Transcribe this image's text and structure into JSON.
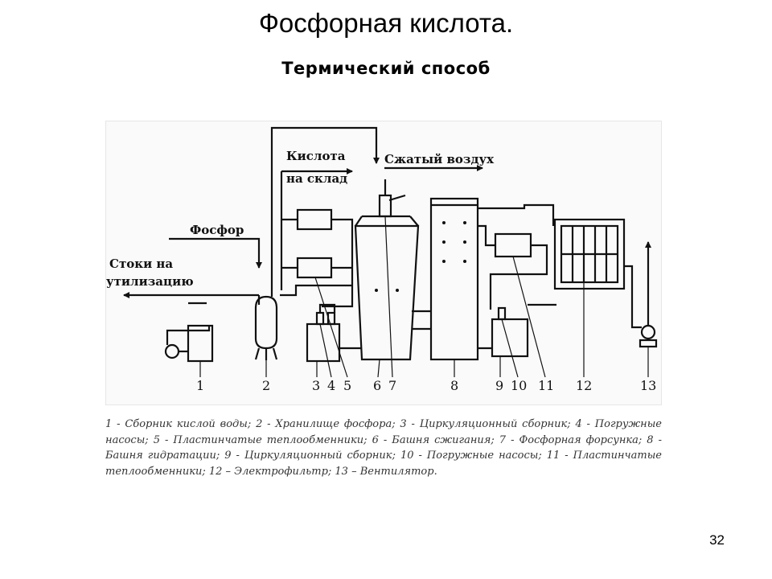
{
  "slide": {
    "title": "Фосфорная кислота.",
    "subtitle": "Термический способ",
    "page_number": "32"
  },
  "diagram": {
    "stream_labels": {
      "acid_line1": "Кислота",
      "acid_line2": "на склад",
      "compressed_air": "Сжатый воздух",
      "phosphorus": "Фосфор",
      "drain_line1": "Стоки на",
      "drain_line2": "утилизацию"
    },
    "numbers": [
      "1",
      "2",
      "3",
      "4",
      "5",
      "6",
      "7",
      "8",
      "9",
      "10",
      "11",
      "12",
      "13"
    ]
  },
  "legend": {
    "text": "1 - Сборник кислой воды; 2 - Хранилище фосфора; 3 - Циркуляционный сборник; 4 - Погружные насосы; 5 - Пластинчатые теплообменники; 6 - Башня сжигания; 7 - Фосфорная форсунка; 8 - Башня гидратации; 9 - Циркуляционный сборник; 10 - Погружные насосы; 11 - Пластинчатые теплообменники; 12 – Электрофильтр; 13 – Вентилятор."
  }
}
